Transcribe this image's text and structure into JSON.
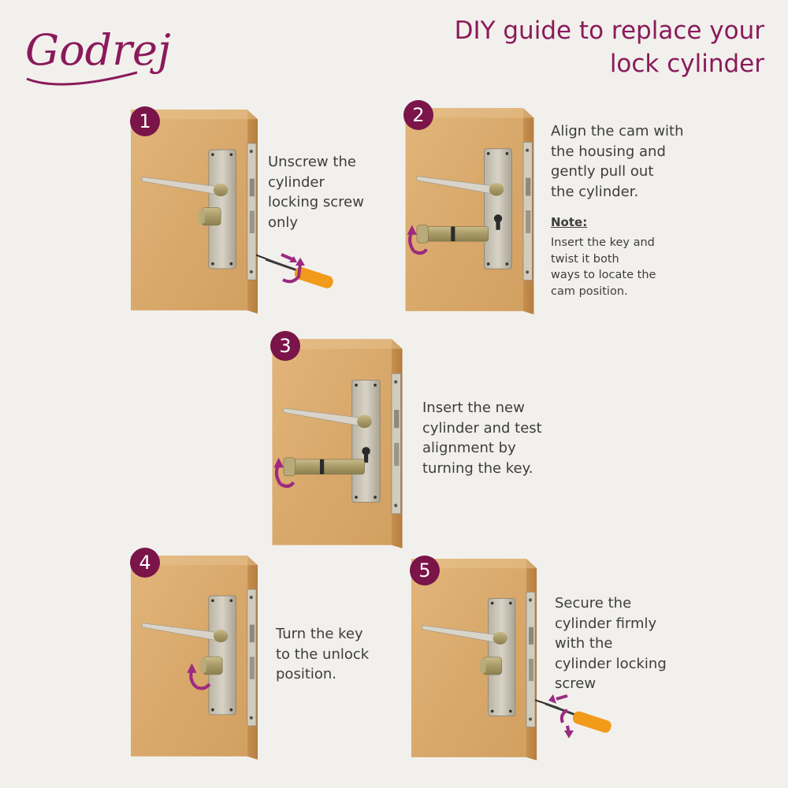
{
  "brand": {
    "logo_text": "Godrej",
    "color": "#8a1a5b"
  },
  "title": "DIY guide to replace your lock cylinder",
  "colors": {
    "badge": "#7a1449",
    "arrow": "#9c2a80",
    "door": "#d8aa70",
    "screwdriver": "#f29a1a"
  },
  "steps": [
    {
      "number": "1",
      "text": "Unscrew the\ncylinder\nlocking screw\nonly"
    },
    {
      "number": "2",
      "text": "Align the cam with\nthe housing and\ngently pull out\nthe cylinder.",
      "note_title": "Note:",
      "note_text": "Insert the key and\ntwist it both\nways to locate the\ncam position."
    },
    {
      "number": "3",
      "text": "Insert the new\ncylinder and test\nalignment by\nturning the key."
    },
    {
      "number": "4",
      "text": "Turn the key\nto the unlock\nposition."
    },
    {
      "number": "5",
      "text": "Secure the\ncylinder firmly\nwith the\ncylinder locking\nscrew"
    }
  ]
}
